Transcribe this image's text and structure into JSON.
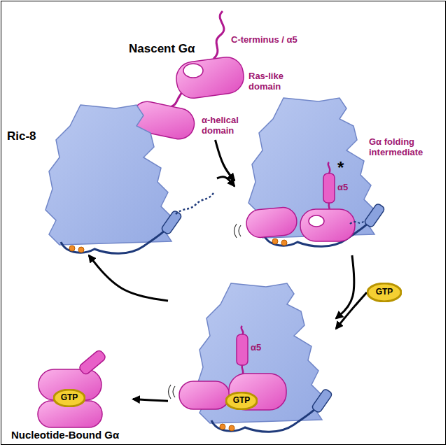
{
  "diagram": {
    "nodes": [
      {
        "text": [
          "Nascent Gα",
          "C-terminus / α5",
          "Ras-like domain",
          "α-helical domain"
        ]
      },
      {
        "text": [
          "Ric-8"
        ]
      },
      {
        "text": [
          "*",
          "α5",
          "Gα folding intermediate"
        ]
      },
      {
        "text": [
          "GTP"
        ]
      },
      {
        "text": [
          "α5"
        ]
      },
      {
        "text": [
          "GTP"
        ],
        "in": 4
      },
      {
        "text": [
          "Nucleotide-Bound Gα"
        ]
      },
      {
        "text": [
          "GTP"
        ],
        "in": 6
      }
    ],
    "edges": [
      {
        "from": 0,
        "to": 2,
        "arrow": "to"
      },
      {
        "from": 1,
        "to": 2,
        "arrow": "to"
      },
      {
        "from": 2,
        "to": 4,
        "arrow": "to"
      },
      {
        "from": 3,
        "to": 4,
        "arrow": "to"
      },
      {
        "from": 4,
        "to": 1,
        "arrow": "to"
      },
      {
        "from": 4,
        "to": 6,
        "arrow": "to"
      }
    ]
  }
}
